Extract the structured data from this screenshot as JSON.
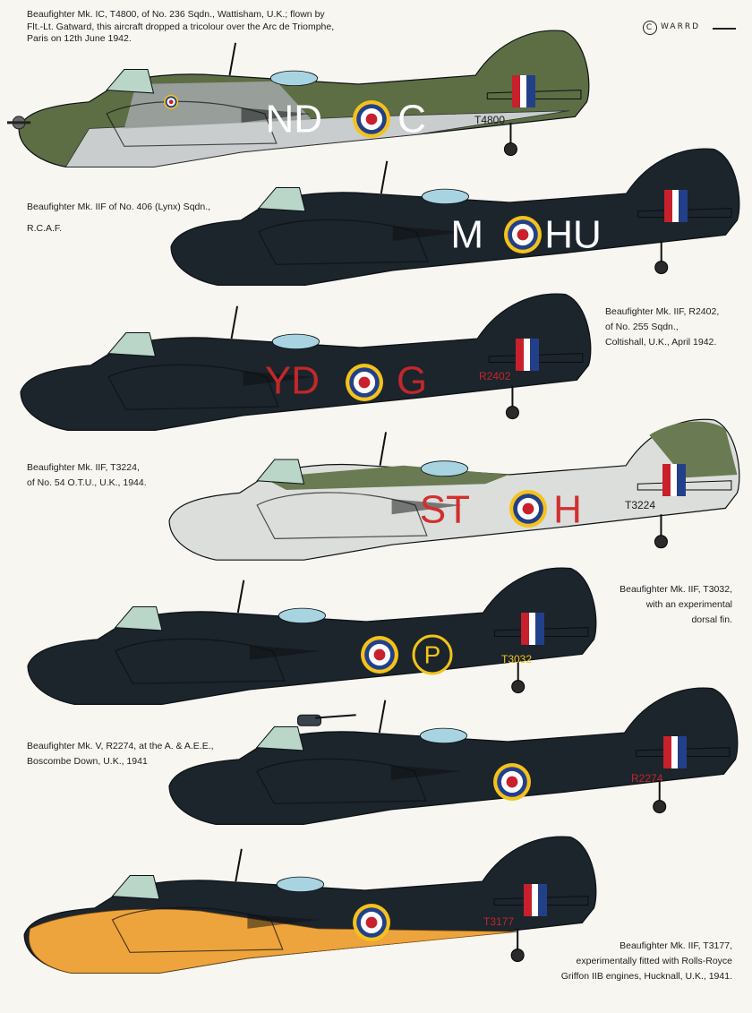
{
  "signature": {
    "text": "WARRD"
  },
  "aircraft": [
    {
      "caption_lines": [
        "Beaufighter Mk. IC, T4800, of No. 236 Sqdn., Wattisham, U.K.; flown by",
        "Flt.-Lt. Gatward, this aircraft dropped a tricolour over the Arc de Triomphe,",
        "Paris on 12th June 1942."
      ],
      "code_left": "ND",
      "code_right": "C",
      "serial": "T4800",
      "colors": {
        "fuselage": "#5d6e45",
        "camo": "#9fa3a3",
        "underside": "#c9cdcd",
        "letters": "#ffffff"
      }
    },
    {
      "caption_lines": [
        "Beaufighter Mk. IIF of No. 406 (Lynx) Sqdn.,",
        "R.C.A.F."
      ],
      "code_left": "M",
      "code_right": "HU",
      "serial": "",
      "colors": {
        "fuselage": "#1c242c",
        "letters": "#ffffff"
      }
    },
    {
      "caption_lines": [
        "Beaufighter Mk. IIF, R2402,",
        "of No. 255 Sqdn.,",
        "Coltishall, U.K., April 1942."
      ],
      "code_left": "YD",
      "code_right": "G",
      "serial": "R2402",
      "colors": {
        "fuselage": "#1c242c",
        "letters": "#c0282a"
      }
    },
    {
      "caption_lines": [
        "Beaufighter Mk. IIF, T3224,",
        "of No. 54 O.T.U., U.K., 1944."
      ],
      "code_left": "ST",
      "code_right": "H",
      "serial": "T3224",
      "colors": {
        "fuselage": "#dcdedb",
        "camo": "#6a7a52",
        "letters": "#d0302e"
      }
    },
    {
      "caption_lines": [
        "Beaufighter Mk. IIF, T3032,",
        "with an experimental",
        "dorsal fin."
      ],
      "code_left": "",
      "code_right": "P",
      "serial": "T3032",
      "colors": {
        "fuselage": "#1c242c",
        "letters": "#f0c419"
      }
    },
    {
      "caption_lines": [
        "Beaufighter Mk. V, R2274, at the A. & A.E.E.,",
        "Boscombe Down, U.K., 1941"
      ],
      "code_left": "",
      "code_right": "",
      "serial": "R2274",
      "colors": {
        "fuselage": "#1c242c",
        "letters": "#c0282a"
      }
    },
    {
      "caption_lines": [
        "Beaufighter Mk. IIF, T3177,",
        "experimentally fitted with Rolls-Royce",
        "Griffon IIB   engines, Hucknall, U.K., 1941."
      ],
      "code_left": "",
      "code_right": "",
      "serial": "T3177",
      "colors": {
        "fuselage": "#1c242c",
        "nose": "#eea43c",
        "letters": "#c0282a"
      }
    }
  ]
}
